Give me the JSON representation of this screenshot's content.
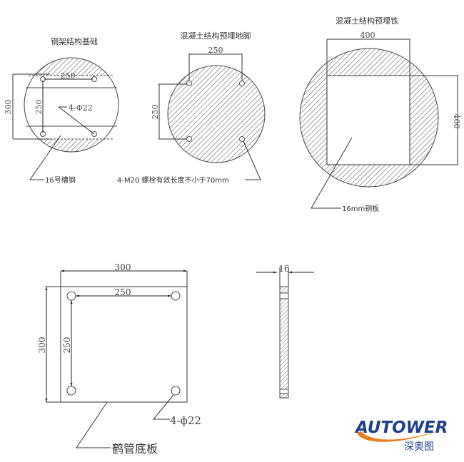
{
  "drawings": {
    "steel_frame": {
      "title": "钢架结构基础",
      "dim_horizontal": "250",
      "dim_vertical_outer": "300",
      "dim_vertical_inner": "250",
      "holes_label": "4-Φ22",
      "channel_label": "16号槽钢"
    },
    "concrete_anchor": {
      "title": "混凝土结构预埋地脚",
      "dim_horizontal": "250",
      "dim_vertical": "250",
      "bolt_label": "4-M20 螺栓有效长度不小于70mm"
    },
    "concrete_plate": {
      "title": "混凝土结构预埋铁",
      "dim_horizontal": "400",
      "dim_vertical": "400",
      "plate_label": "16mm钢板"
    },
    "base_plate": {
      "dim_width": "300",
      "dim_height": "300",
      "dim_hole_h": "250",
      "dim_hole_v": "250",
      "holes_label": "4-ϕ22",
      "plate_label": "鹤管底板"
    },
    "side_view": {
      "dim_thickness": "16"
    }
  },
  "logo": {
    "brand": "AUTOWER",
    "subtitle": "深奥图",
    "colors": {
      "blue": "#1f3f8f",
      "orange": "#e8801e"
    }
  }
}
